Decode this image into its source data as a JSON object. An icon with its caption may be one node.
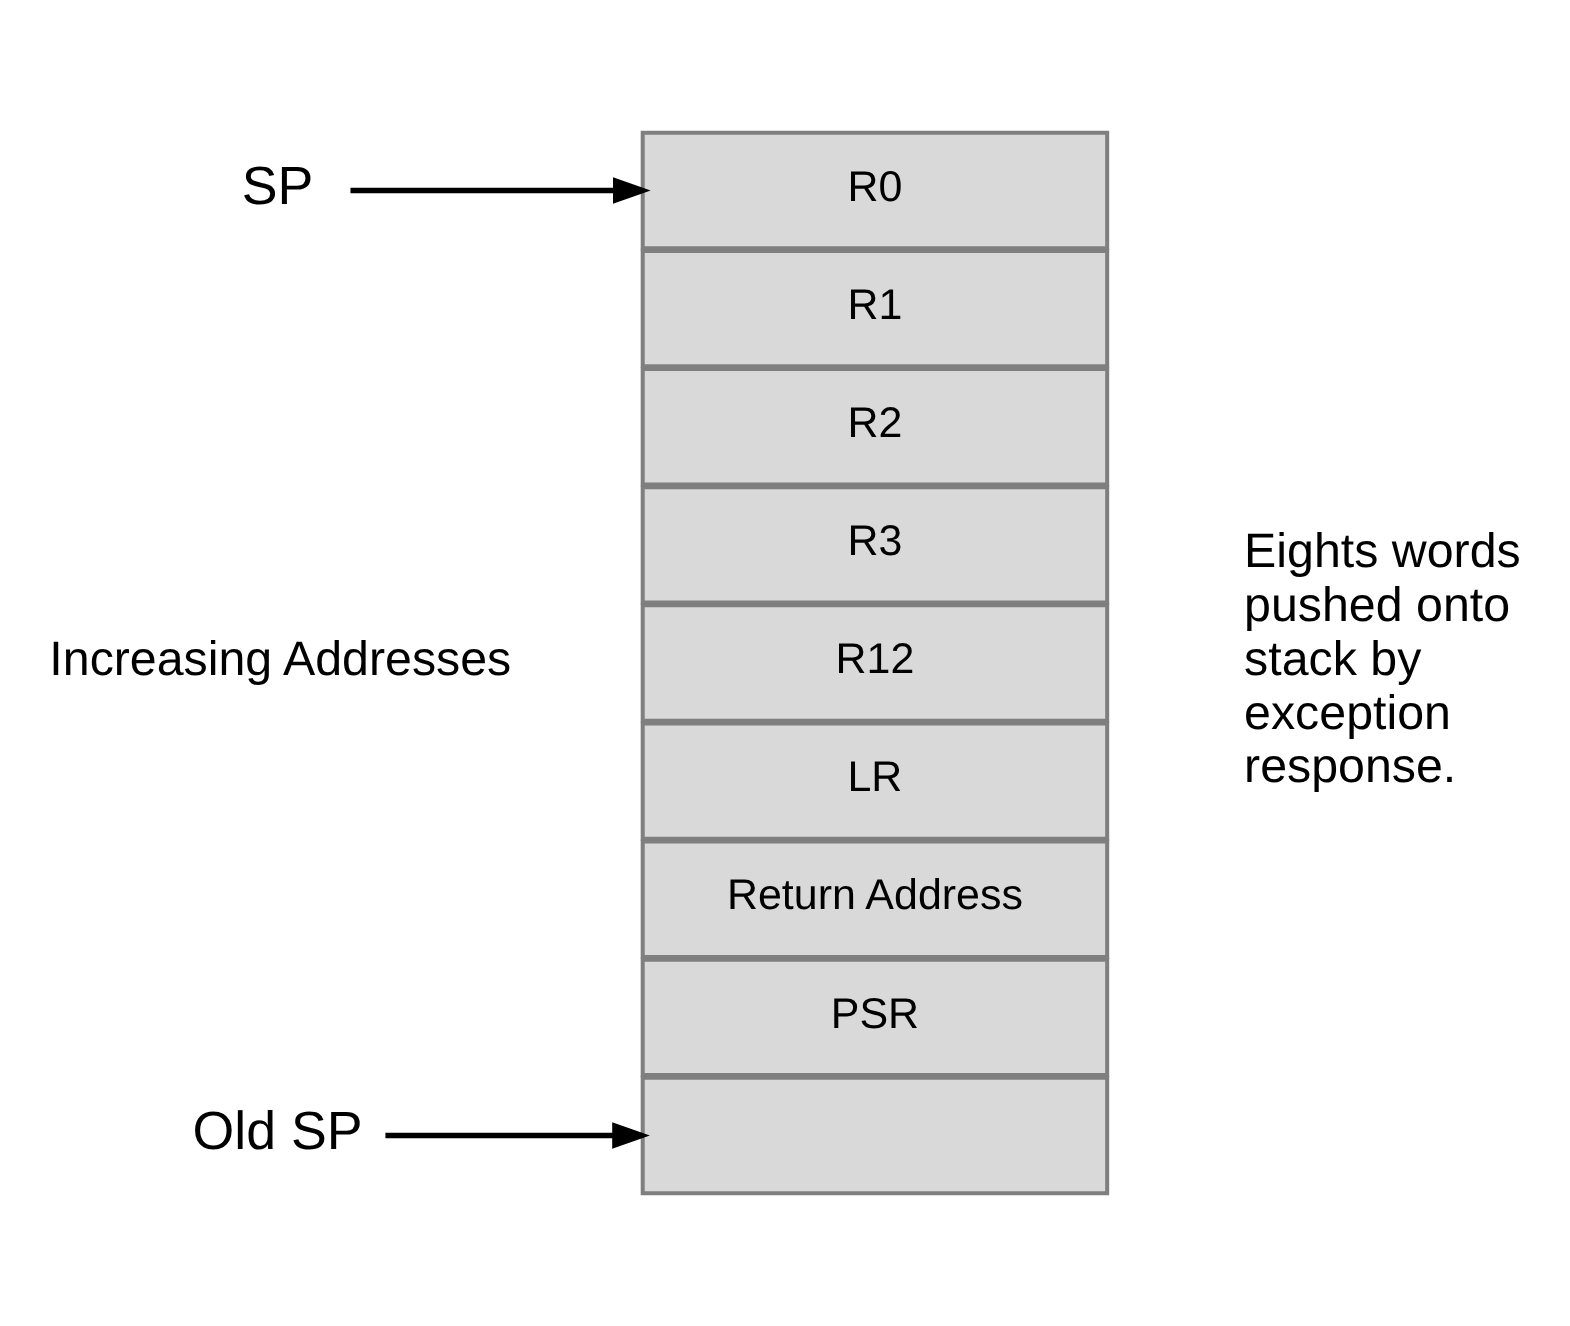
{
  "diagram": {
    "nodes": [
      {
        "text": [
          "Old SP"
        ]
      },
      {
        "text": [],
        "shape": "box"
      },
      {
        "text": [
          "PSR"
        ]
      },
      {
        "text": [
          "Return Address"
        ]
      },
      {
        "text": [
          "LR"
        ]
      },
      {
        "text": [
          "R12"
        ]
      },
      {
        "text": [
          "R3"
        ]
      },
      {
        "text": [
          "R2"
        ]
      },
      {
        "text": [
          "R1"
        ]
      },
      {
        "text": [
          "R0"
        ]
      },
      {
        "text": [
          "SP"
        ]
      }
    ],
    "edges": [
      {
        "from": 0,
        "to": 1,
        "arrow": "to"
      },
      {
        "from": 10,
        "to": 9,
        "arrow": "to"
      }
    ],
    "labels": [
      "Increasing Addresses",
      "Eights words pushed onto stack by exception response."
    ]
  }
}
